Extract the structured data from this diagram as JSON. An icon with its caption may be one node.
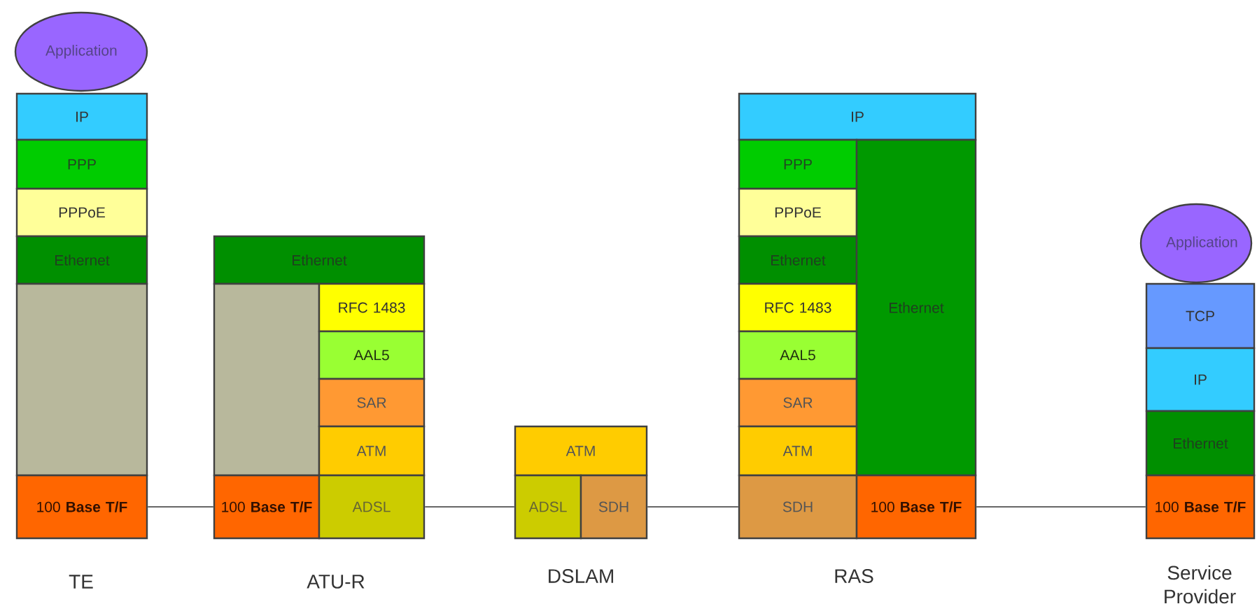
{
  "diagram": {
    "nodes": [
      {
        "text": [
          "Application"
        ]
      },
      {
        "text": [
          "IP"
        ]
      },
      {
        "text": [
          "PPP"
        ]
      },
      {
        "text": [
          "PPPoE"
        ]
      },
      {
        "text": [
          "Ethernet"
        ]
      },
      {
        "text": [],
        "shape": "box"
      },
      {
        "text": [
          "100 **Base T/F**"
        ]
      },
      {
        "text": [
          "Ethernet"
        ]
      },
      {
        "text": [],
        "shape": "box"
      },
      {
        "text": [
          "RFC 1483"
        ]
      },
      {
        "text": [
          "AAL5"
        ]
      },
      {
        "text": [
          "SAR"
        ]
      },
      {
        "text": [
          "ATM"
        ]
      },
      {
        "text": [
          "100 **Base T/F**"
        ]
      },
      {
        "text": [
          "ADSL"
        ]
      },
      {
        "text": [
          "ATM"
        ]
      },
      {
        "text": [
          "ADSL"
        ]
      },
      {
        "text": [
          "SDH"
        ]
      },
      {
        "text": [
          "IP"
        ]
      },
      {
        "text": [
          "PPP"
        ]
      },
      {
        "text": [
          "PPPoE"
        ]
      },
      {
        "text": [
          "Ethernet"
        ]
      },
      {
        "text": [
          "RFC 1483"
        ]
      },
      {
        "text": [
          "AAL5"
        ]
      },
      {
        "text": [
          "SAR"
        ]
      },
      {
        "text": [
          "ATM"
        ]
      },
      {
        "text": [
          "SDH"
        ]
      },
      {
        "text": [
          "Ethernet"
        ]
      },
      {
        "text": [
          "100 **Base T/F**"
        ]
      },
      {
        "text": [
          "Application"
        ]
      },
      {
        "text": [
          "TCP"
        ]
      },
      {
        "text": [
          "IP"
        ]
      },
      {
        "text": [
          "Ethernet"
        ]
      },
      {
        "text": [
          "100 **Base T/F**"
        ]
      }
    ],
    "edges": [
      {
        "from": 6,
        "to": 13,
        "arrow": "none"
      },
      {
        "from": 14,
        "to": 16,
        "arrow": "none"
      },
      {
        "from": 17,
        "to": 26,
        "arrow": "none"
      },
      {
        "from": 28,
        "to": 33,
        "arrow": "none"
      }
    ],
    "labels": [
      "TE",
      "ATU-R",
      "DSLAM",
      "RAS",
      "Service Provider"
    ]
  }
}
